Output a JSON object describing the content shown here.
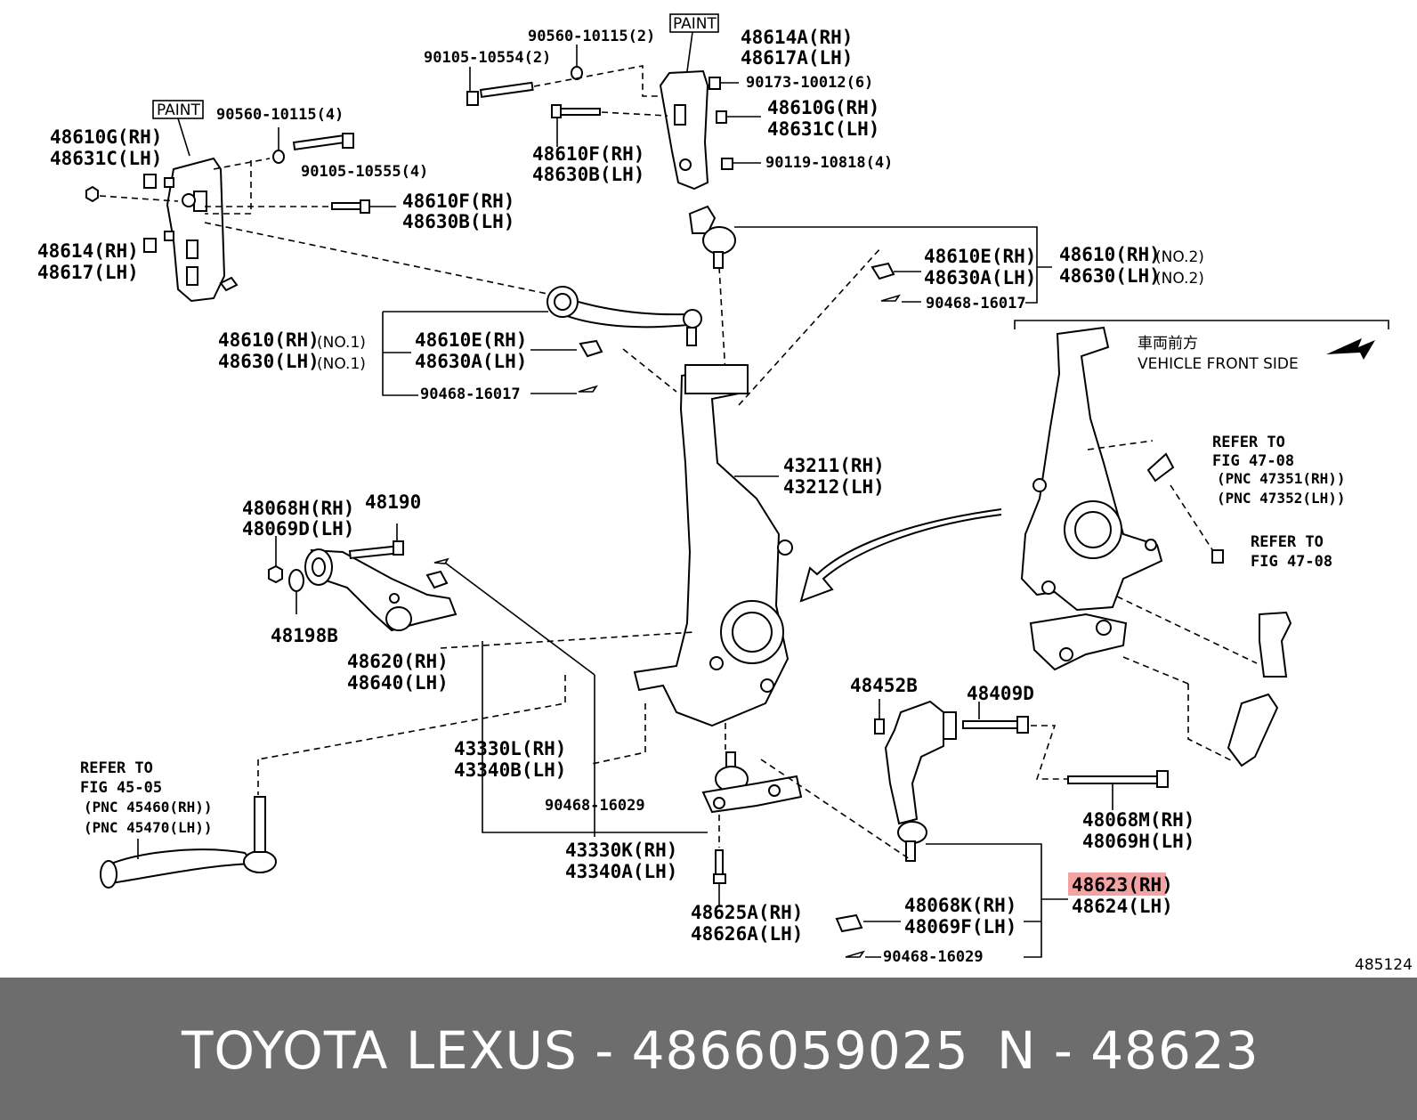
{
  "highlight_color": "#f2a3a3",
  "footer_bg": "#6d6d6d",
  "labels": {
    "paint_left": "PAINT",
    "paint_top": "PAINT",
    "l_90560_10115_4": "90560-10115(4)",
    "l_48610g_rh_left": "48610G(RH)",
    "l_48631c_lh_left": "48631C(LH)",
    "l_90105_10555_4": "90105-10555(4)",
    "l_48610f_rh_left": "48610F(RH)",
    "l_48630b_lh_left": "48630B(LH)",
    "l_48614_rh": "48614(RH)",
    "l_48617_lh": "48617(LH)",
    "l_90560_10115_2": "90560-10115(2)",
    "l_90105_10554_2": "90105-10554(2)",
    "l_48614a_rh": "48614A(RH)",
    "l_48617a_lh": "48617A(LH)",
    "l_90173_10012_6": "90173-10012(6)",
    "l_48610g_rh_top": "48610G(RH)",
    "l_48631c_lh_top": "48631C(LH)",
    "l_48610f_rh_top": "48610F(RH)",
    "l_48630b_lh_top": "48630B(LH)",
    "l_90119_10818_4": "90119-10818(4)",
    "l_48610e_rh_right": "48610E(RH)",
    "l_48630a_lh_right": "48630A(LH)",
    "l_48610_rh_no2": "48610(RH)",
    "l_48630_lh_no2": "48630(LH)",
    "no2_a": "(NO.2)",
    "no2_b": "(NO.2)",
    "l_90468_16017_right": "90468-16017",
    "l_48610_rh_no1": "48610(RH)",
    "l_48630_lh_no1": "48630(LH)",
    "no1_a": "(NO.1)",
    "no1_b": "(NO.1)",
    "l_48610e_rh_left": "48610E(RH)",
    "l_48630a_lh_left": "48630A(LH)",
    "l_90468_16017_left": "90468-16017",
    "vehicle_front_jp": "車両前方",
    "vehicle_front_en": "VEHICLE FRONT SIDE",
    "l_43211_rh": "43211(RH)",
    "l_43212_lh": "43212(LH)",
    "refer_to_a": "REFER TO",
    "fig_47_08_a": "FIG 47-08",
    "pnc_47351": "(PNC 47351(RH))",
    "pnc_47352": "(PNC 47352(LH))",
    "refer_to_b": "REFER TO",
    "fig_47_08_b": "FIG 47-08",
    "l_48068h_rh": "48068H(RH)",
    "l_48069d_lh": "48069D(LH)",
    "l_48190": "48190",
    "l_48198b": "48198B",
    "l_48620_rh": "48620(RH)",
    "l_48640_lh": "48640(LH)",
    "l_43330l_rh": "43330L(RH)",
    "l_43340b_lh": "43340B(LH)",
    "l_90468_16029_mid": "90468-16029",
    "l_43330k_rh": "43330K(RH)",
    "l_43340a_lh": "43340A(LH)",
    "l_48452b": "48452B",
    "l_48409d": "48409D",
    "l_48068m_rh": "48068M(RH)",
    "l_48069h_lh": "48069H(LH)",
    "l_48623_rh": "48623(RH)",
    "l_48624_lh": "48624(LH)",
    "l_48068k_rh": "48068K(RH)",
    "l_48069f_lh": "48069F(LH)",
    "l_90468_16029_bottom": "90468-16029",
    "l_48625a_rh": "48625A(RH)",
    "l_48626a_lh": "48626A(LH)",
    "refer_to_c": "REFER TO",
    "fig_45_05": "FIG 45-05",
    "pnc_45460": "(PNC 45460(RH))",
    "pnc_45470": "(PNC 45470(LH))",
    "diagram_code": "485124"
  },
  "footer": {
    "left_text": "TOYOTA LEXUS - 4866059025",
    "right_text": "N - 48623"
  }
}
